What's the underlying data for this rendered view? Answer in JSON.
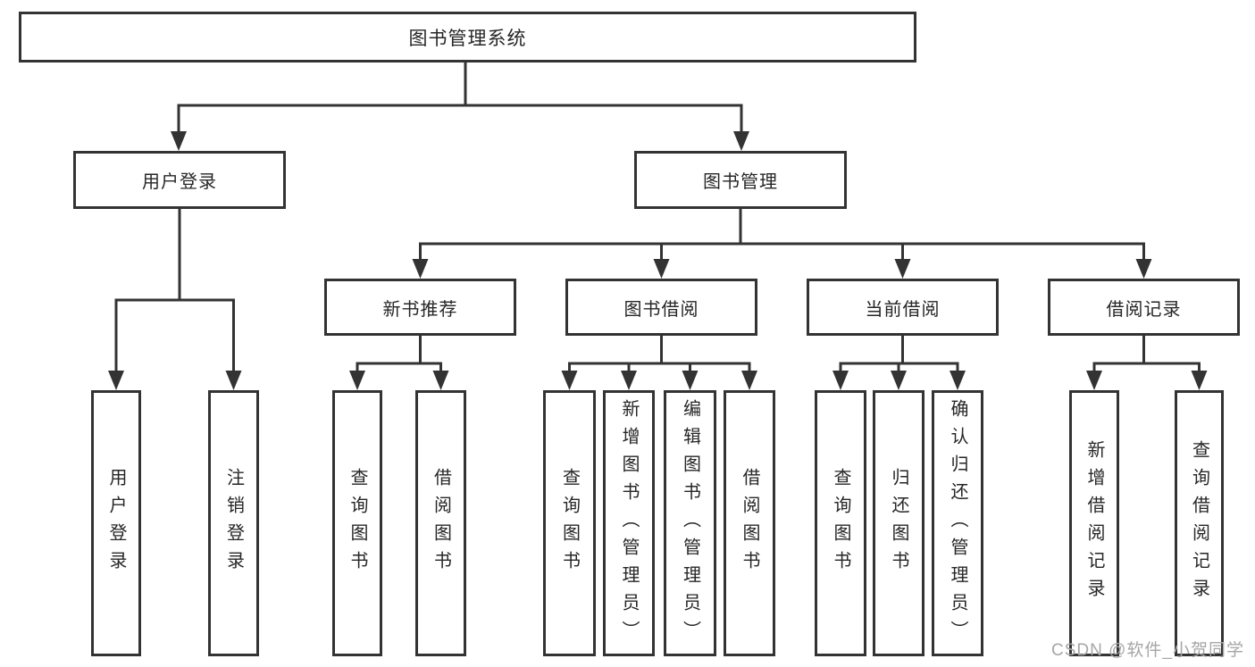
{
  "diagram": {
    "type": "hierarchy-tree",
    "colors": {
      "line": "#333333",
      "box_border": "#333333",
      "box_fill": "#ffffff",
      "text": "#262626",
      "watermark": "#a6a6a6"
    },
    "tree": {
      "root": {
        "label": "图书管理系统"
      },
      "branches": [
        {
          "label": "用户登录",
          "leaves": [
            "用户登录",
            "注销登录"
          ]
        },
        {
          "label": "图书管理",
          "children": [
            {
              "label": "新书推荐",
              "leaves": [
                "查询图书",
                "借阅图书"
              ]
            },
            {
              "label": "图书借阅",
              "leaves": [
                "查询图书",
                "新增图书（管理员）",
                "编辑图书（管理员）",
                "借阅图书"
              ]
            },
            {
              "label": "当前借阅",
              "leaves": [
                "查询图书",
                "归还图书",
                "确认归还（管理员）"
              ]
            },
            {
              "label": "借阅记录",
              "leaves": [
                "新增借阅记录",
                "查询借阅记录"
              ]
            }
          ]
        }
      ]
    },
    "watermark": {
      "text": "CSDN @软件_小贺同学"
    }
  }
}
